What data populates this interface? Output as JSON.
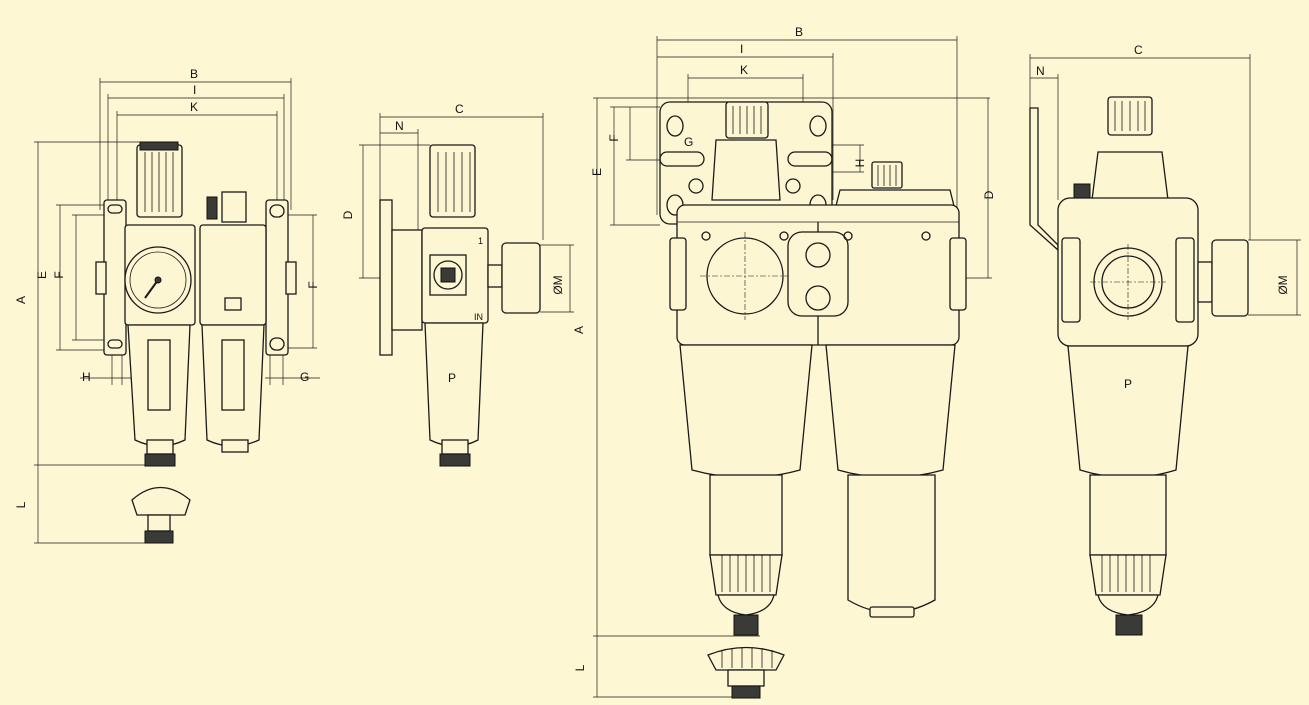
{
  "colors": {
    "background": "#fdf7d4",
    "line": "#1a1a1a",
    "body_fill": "#fdf6d2",
    "knob_dark": "#3a3a36"
  },
  "labels": {
    "A": "A",
    "B": "B",
    "I": "I",
    "K": "K",
    "E": "E",
    "F": "F",
    "H": "H",
    "G": "G",
    "L": "L",
    "C": "C",
    "N": "N",
    "D": "D",
    "P": "P",
    "M": "ØM",
    "port1": "1",
    "portIN": "IN"
  }
}
